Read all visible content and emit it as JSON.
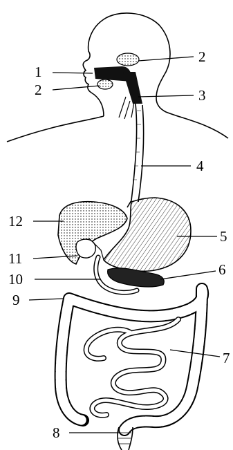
{
  "labels": {
    "l1": "1",
    "l2a": "2",
    "l2b": "2",
    "l3": "3",
    "l4": "4",
    "l5": "5",
    "l6": "6",
    "l7": "7",
    "l8": "8",
    "l9": "9",
    "l10": "10",
    "l11": "11",
    "l12": "12"
  },
  "colors": {
    "ink": "#000000",
    "paper": "#ffffff",
    "organ_dark": "#222222"
  }
}
